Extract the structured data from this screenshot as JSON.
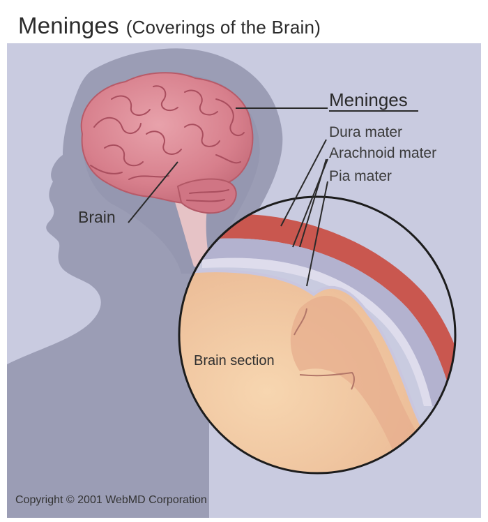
{
  "header": {
    "title_main": "Meninges",
    "title_sub": "(Coverings of the Brain)"
  },
  "labels": {
    "meninges": "Meninges",
    "dura_mater": "Dura mater",
    "arachnoid_mater": "Arachnoid mater",
    "pia_mater": "Pia mater",
    "brain": "Brain",
    "brain_section": "Brain section"
  },
  "footer": {
    "copyright": "Copyright © 2001 WebMD Corporation"
  },
  "colors": {
    "background": "#c9cbe0",
    "head_silhouette": "#9b9db5",
    "brain": "#d9828f",
    "dura": "#c9574f",
    "arachnoid": "#a7a6c5",
    "brain_tissue": "#f3c79d"
  }
}
